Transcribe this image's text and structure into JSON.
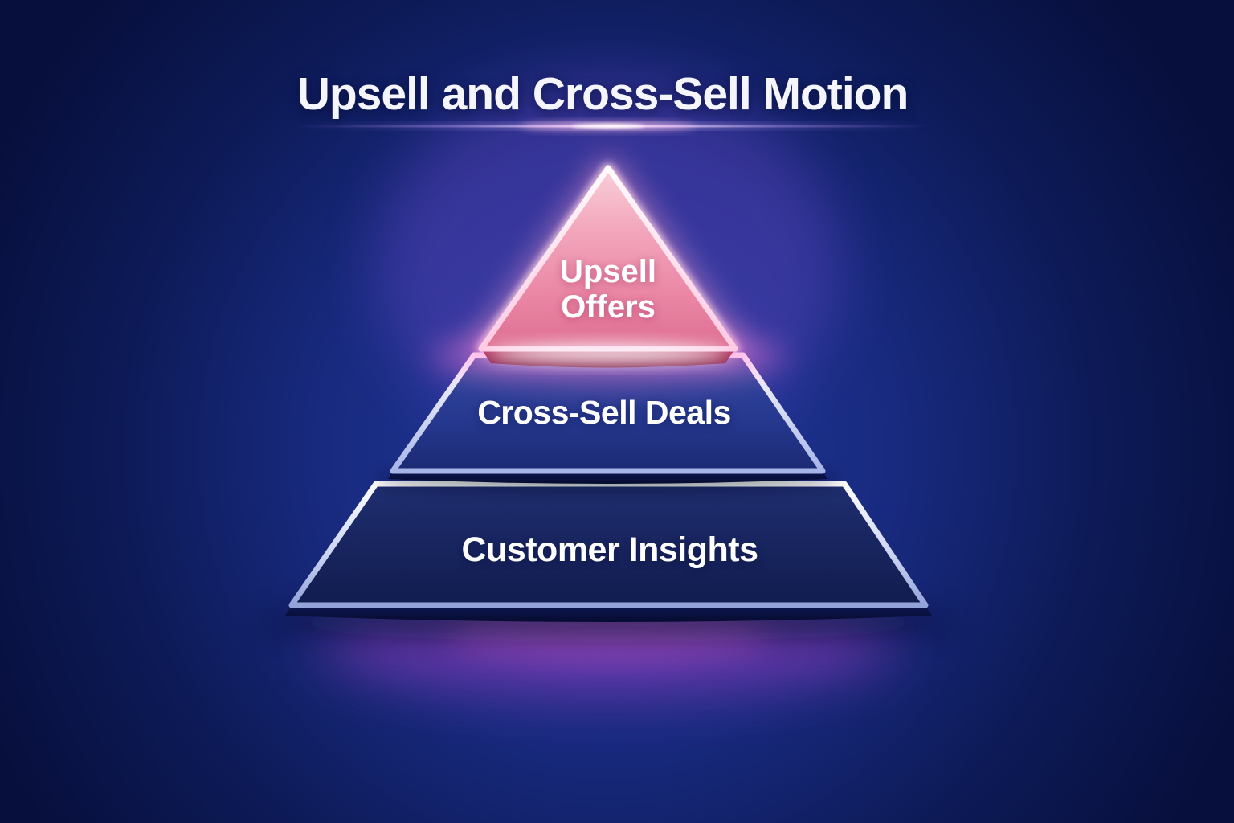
{
  "title": "Upsell and Cross-Sell Motion",
  "pyramid": {
    "tiers": [
      {
        "id": "upsell-offers",
        "label": "Upsell Offers",
        "fill": "#ee8fac",
        "depth_color": "#a62e55",
        "glow": "#ff9ed0"
      },
      {
        "id": "cross-sell-deals",
        "label": "Cross-Sell Deals",
        "fill": "#2a3f96",
        "depth_color": "#0b1346",
        "glow": "#ffffff"
      },
      {
        "id": "customer-insights",
        "label": "Customer Insights",
        "fill": "#18266a",
        "depth_color": "#0a1240",
        "glow": "#ffffff"
      }
    ]
  },
  "colors": {
    "background_center": "#21389b",
    "background_edge": "#070f3c",
    "title_text": "#f5f6fd",
    "tier_text": "#ffffff",
    "tier_border_top": "#ffffff",
    "tier_border_bottom": "#97a5dd",
    "divider_core": "#ffffff",
    "divider_haze": "#9a7fd4",
    "floor_glow": "#c544d8",
    "ambient_glow": "#7b4fd8"
  }
}
